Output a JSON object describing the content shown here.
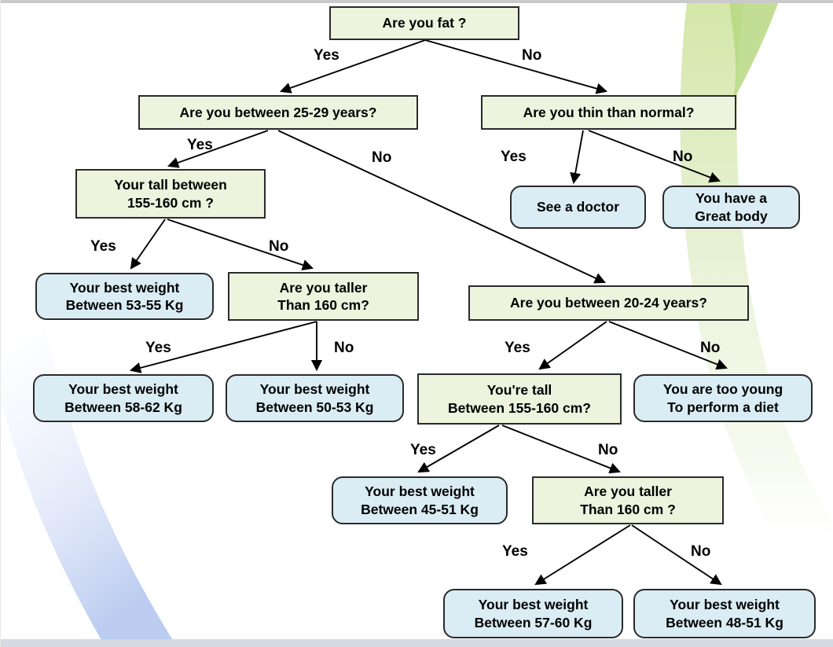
{
  "colors": {
    "decision_fill": "#eef3de",
    "leaf_fill": "#daecf4",
    "box_border": "#2b2b2b",
    "arrow": "#000000",
    "strip_top": "#cacaca",
    "strip_bottom": "#d6dae2",
    "swoosh_green": "#dcebc2",
    "swoosh_green_dark": "#b7d882",
    "swoosh_blue": "#b7c9ef"
  },
  "nodes": [
    {
      "id": "root",
      "kind": "decision",
      "label": "Are you fat ?"
    },
    {
      "id": "age-25-29",
      "kind": "decision",
      "label": "Are you between 25-29 years?"
    },
    {
      "id": "thin-than-normal",
      "kind": "decision",
      "label": "Are you thin than normal?"
    },
    {
      "id": "tall-155-160-a",
      "kind": "decision",
      "label": "Your  tall between\n155-160 cm ?"
    },
    {
      "id": "see-doctor",
      "kind": "leaf",
      "label": "See a doctor"
    },
    {
      "id": "great-body",
      "kind": "leaf",
      "label": "You have a\nGreat body"
    },
    {
      "id": "weight-53-55",
      "kind": "leaf",
      "label": "Your best weight\nBetween 53-55 Kg"
    },
    {
      "id": "taller-160-a",
      "kind": "decision",
      "label": "Are you taller\nThan 160 cm?"
    },
    {
      "id": "age-20-24",
      "kind": "decision",
      "label": "Are you between 20-24 years?"
    },
    {
      "id": "weight-58-62",
      "kind": "leaf",
      "label": "Your best weight\nBetween 58-62 Kg"
    },
    {
      "id": "weight-50-53",
      "kind": "leaf",
      "label": "Your best weight\nBetween 50-53 Kg"
    },
    {
      "id": "tall-155-160-b",
      "kind": "decision",
      "label": "You're tall\nBetween 155-160 cm?"
    },
    {
      "id": "too-young",
      "kind": "leaf",
      "label": "You are too young\nTo perform a diet"
    },
    {
      "id": "weight-45-51",
      "kind": "leaf",
      "label": "Your best weight\nBetween 45-51 Kg"
    },
    {
      "id": "taller-160-b",
      "kind": "decision",
      "label": "Are you taller\nThan 160 cm ?"
    },
    {
      "id": "weight-57-60",
      "kind": "leaf",
      "label": "Your best weight\nBetween 57-60 Kg"
    },
    {
      "id": "weight-48-51",
      "kind": "leaf",
      "label": "Your best weight\nBetween 48-51 Kg"
    }
  ],
  "edges": [
    {
      "from": "root",
      "to": "age-25-29",
      "label": "Yes"
    },
    {
      "from": "root",
      "to": "thin-than-normal",
      "label": "No"
    },
    {
      "from": "age-25-29",
      "to": "tall-155-160-a",
      "label": "Yes"
    },
    {
      "from": "age-25-29",
      "to": "age-20-24",
      "label": "No"
    },
    {
      "from": "thin-than-normal",
      "to": "see-doctor",
      "label": "Yes"
    },
    {
      "from": "thin-than-normal",
      "to": "great-body",
      "label": "No"
    },
    {
      "from": "tall-155-160-a",
      "to": "weight-53-55",
      "label": "Yes"
    },
    {
      "from": "tall-155-160-a",
      "to": "taller-160-a",
      "label": "No"
    },
    {
      "from": "taller-160-a",
      "to": "weight-58-62",
      "label": "Yes"
    },
    {
      "from": "taller-160-a",
      "to": "weight-50-53",
      "label": "No"
    },
    {
      "from": "age-20-24",
      "to": "tall-155-160-b",
      "label": "Yes"
    },
    {
      "from": "age-20-24",
      "to": "too-young",
      "label": "No"
    },
    {
      "from": "tall-155-160-b",
      "to": "weight-45-51",
      "label": "Yes"
    },
    {
      "from": "tall-155-160-b",
      "to": "taller-160-b",
      "label": "No"
    },
    {
      "from": "taller-160-b",
      "to": "weight-57-60",
      "label": "Yes"
    },
    {
      "from": "taller-160-b",
      "to": "weight-48-51",
      "label": "No"
    }
  ]
}
